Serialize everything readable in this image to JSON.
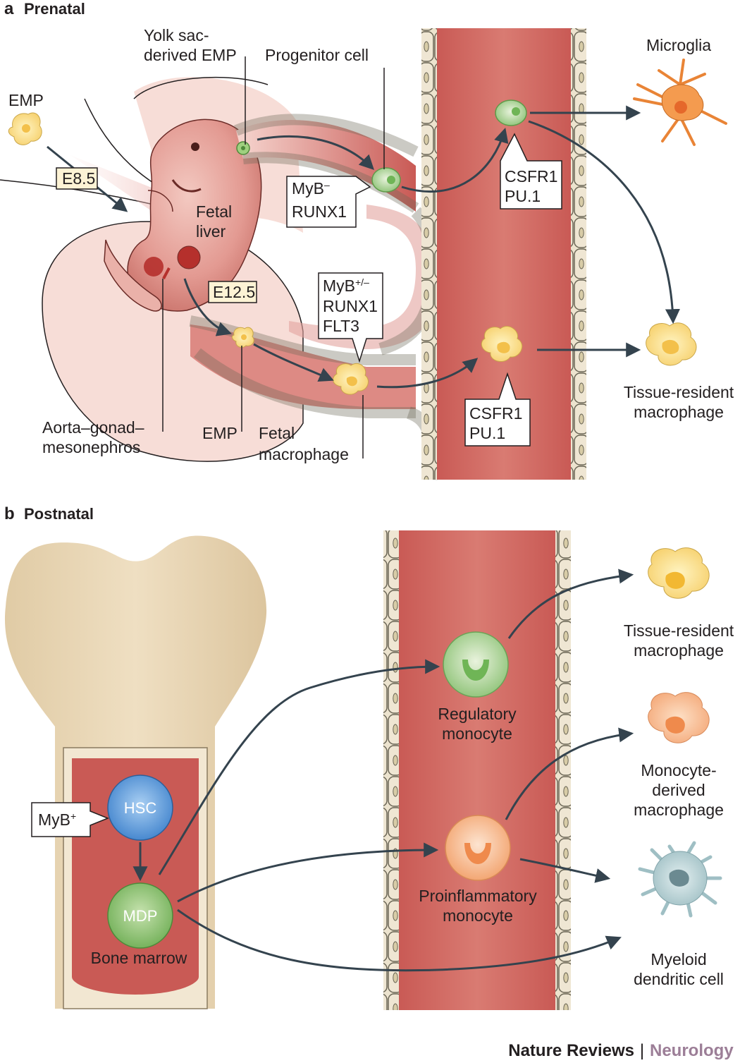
{
  "panel_a": {
    "letter": "a",
    "title": "Prenatal",
    "labels": {
      "yolk_sac_1": "Yolk sac-",
      "yolk_sac_2": "derived EMP",
      "progenitor": "Progenitor cell",
      "emp_top": "EMP",
      "e85": "E8.5",
      "fetal_liver_1": "Fetal",
      "fetal_liver_2": "liver",
      "e125": "E12.5",
      "myb_minus_1": "MyB",
      "myb_minus_sup": "–",
      "myb_minus_2": "RUNX1",
      "csfr1_top_1": "CSFR1",
      "csfr1_top_2": "PU.1",
      "microglia": "Microglia",
      "myb_pm_1": "MyB",
      "myb_pm_sup": "+/–",
      "myb_pm_2": "RUNX1",
      "myb_pm_3": "FLT3",
      "csfr1_bot_1": "CSFR1",
      "csfr1_bot_2": "PU.1",
      "tissue_res_1": "Tissue-resident",
      "tissue_res_2": "macrophage",
      "aorta_1": "Aorta–gonad–",
      "aorta_2": "mesonephros",
      "emp_bottom": "EMP",
      "fetal_mac_1": "Fetal",
      "fetal_mac_2": "macrophage"
    }
  },
  "panel_b": {
    "letter": "b",
    "title": "Postnatal",
    "labels": {
      "hsc": "HSC",
      "mdp": "MDP",
      "myb_plus": "MyB",
      "myb_plus_sup": "+",
      "bone_marrow": "Bone marrow",
      "reg_mono_1": "Regulatory",
      "reg_mono_2": "monocyte",
      "pro_mono_1": "Proinflammatory",
      "pro_mono_2": "monocyte",
      "tissue_res_1": "Tissue-resident",
      "tissue_res_2": "macrophage",
      "mono_mac_1": "Monocyte-",
      "mono_mac_2": "derived",
      "mono_mac_3": "macrophage",
      "myeloid_1": "Myeloid",
      "myeloid_2": "dendritic cell"
    }
  },
  "footer": {
    "journal": "Nature Reviews",
    "separator": "|",
    "section": "Neurology"
  },
  "colors": {
    "vessel": "#cf6d66",
    "vessel_dark": "#b94a45",
    "endothelial": "#ece3ce",
    "bone": "#e8d6b5",
    "arrow": "#34434e",
    "emp_yellow": "#f7d77a",
    "green_cell": "#8fc47a",
    "blue_cell": "#4a8fd6",
    "orange_cell": "#f2a36d",
    "microglia": "#f29a4c",
    "dendritic": "#a9c7cc"
  }
}
